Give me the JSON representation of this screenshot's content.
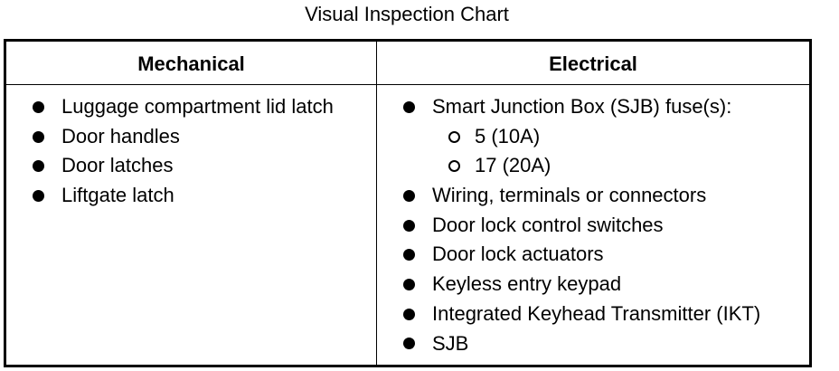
{
  "title": "Visual Inspection Chart",
  "columns": {
    "left_header": "Mechanical",
    "right_header": "Electrical"
  },
  "mechanical": [
    "Luggage compartment lid latch",
    "Door handles",
    "Door latches",
    "Liftgate latch"
  ],
  "electrical": {
    "fuse_heading": "Smart Junction Box (SJB) fuse(s):",
    "fuses": [
      "5 (10A)",
      "17 (20A)"
    ],
    "items": [
      "Wiring, terminals or connectors",
      "Door lock control switches",
      "Door lock actuators",
      "Keyless entry keypad",
      "Integrated Keyhead Transmitter (IKT)",
      "SJB"
    ]
  },
  "icons": {
    "bullet": "filled-circle-bullet-icon",
    "sub_bullet": "open-circle-bullet-icon"
  }
}
